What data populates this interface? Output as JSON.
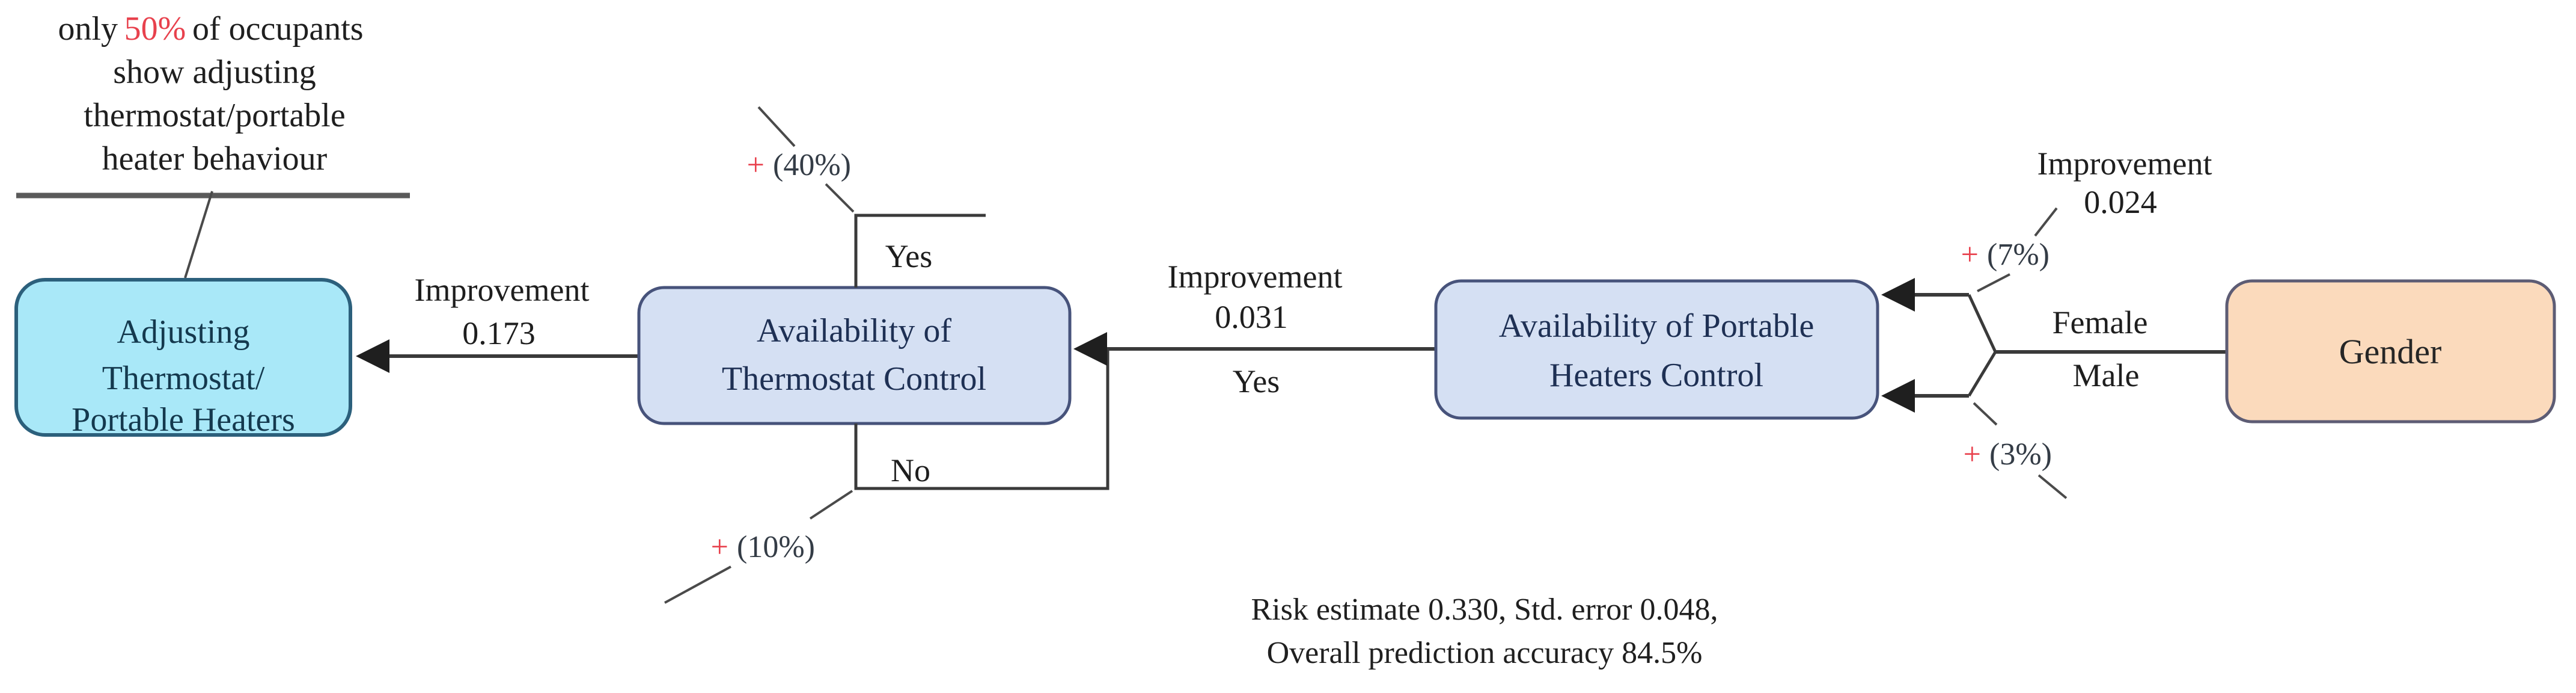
{
  "annotation": {
    "line1_pre": "only",
    "line1_highlight": "50%",
    "line1_post": "of occupants",
    "line2": "show adjusting",
    "line3": "thermostat/portable",
    "line4": "heater behaviour"
  },
  "nodes": {
    "outcome": {
      "line1": "Adjusting",
      "line2": "Thermostat/",
      "line3": "Portable Heaters"
    },
    "thermostat": {
      "line1": "Availability of",
      "line2": "Thermostat Control"
    },
    "portable": {
      "line1": "Availability of Portable",
      "line2": "Heaters Control"
    },
    "root": {
      "label": "Gender"
    }
  },
  "edges": {
    "outcome_link": {
      "label1": "Improvement",
      "label2": "0.173"
    },
    "thermostat_link": {
      "label1": "Improvement",
      "label2": "0.031",
      "branch": "Yes"
    },
    "gender_link": {
      "label1": "Improvement",
      "label2": "0.024"
    },
    "thermostat_yes": {
      "label": "Yes",
      "gain_sign": "+",
      "gain": "(40%)"
    },
    "thermostat_no": {
      "label": "No",
      "gain_sign": "+",
      "gain": "(10%)"
    },
    "gender_female": {
      "label": "Female",
      "gain_sign": "+",
      "gain": "(7%)"
    },
    "gender_male": {
      "label": "Male",
      "gain_sign": "+",
      "gain": "(3%)"
    }
  },
  "footer": {
    "line1": "Risk estimate 0.330, Std. error 0.048,",
    "line2": "Overall prediction accuracy 84.5%"
  },
  "colors": {
    "outcome_fill": "#a9e8f8",
    "outcome_border": "#2c607c",
    "predictor_fill": "#d5e0f3",
    "predictor_border": "#47537b",
    "root_fill": "#fbdabc",
    "root_border": "#5d5c74",
    "line": "#3a3a3a",
    "highlight_red": "#e8414d"
  }
}
